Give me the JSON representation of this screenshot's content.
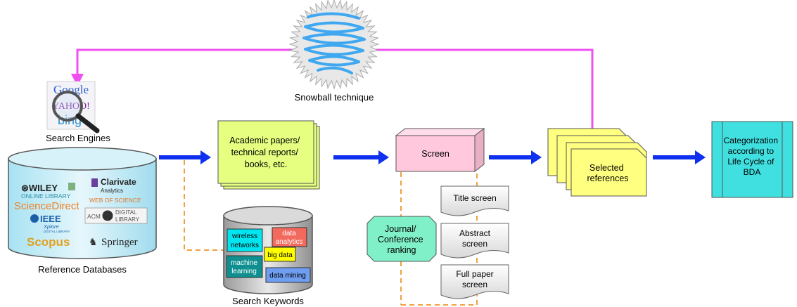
{
  "snowball": {
    "label": "Snowball technique"
  },
  "search_engines": {
    "label": "Search Engines",
    "logo_text": [
      "Google",
      "YAHOO!",
      "bing"
    ]
  },
  "reference_databases": {
    "label": "Reference Databases",
    "logo_text": [
      "WILEY",
      "ONLINE LIBRARY",
      "Clarivate",
      "Analytics",
      "ScienceDirect",
      "WEB OF SCIENCE",
      "IEEE",
      "Xplore",
      "DIGITAL LIBRARY",
      "ACM",
      "DIGITAL",
      "LIBRARY",
      "Scopus",
      "Springer"
    ]
  },
  "papers": {
    "lines": [
      "Academic papers/",
      "technical reports/",
      "books, etc."
    ]
  },
  "search_keywords": {
    "label": "Search Keywords",
    "chips": [
      {
        "lines": [
          "wireless",
          "networks"
        ],
        "color": "#00e5f0"
      },
      {
        "lines": [
          "data",
          "analytics"
        ],
        "color": "#f26a5e"
      },
      {
        "lines": [
          "big data"
        ],
        "color": "#ffff00"
      },
      {
        "lines": [
          "machine",
          "learning"
        ],
        "color": "#0f8f8f"
      },
      {
        "lines": [
          "data mining"
        ],
        "color": "#6f9df0"
      }
    ]
  },
  "screen": {
    "label": "Screen"
  },
  "ranking": {
    "lines": [
      "Journal/",
      "Conference",
      "ranking"
    ]
  },
  "screens": {
    "title": [
      "Title screen"
    ],
    "abstract": [
      "Abstract",
      "screen"
    ],
    "full": [
      "Full paper",
      "screen"
    ]
  },
  "selected": {
    "lines": [
      "Selected",
      "references"
    ]
  },
  "categorization": {
    "lines": [
      "Categorization",
      "according to",
      "Life Cycle of",
      "BDA"
    ]
  },
  "colors": {
    "arrow_blue": "#1030f0",
    "feedback_magenta": "#f050f0",
    "dashed_orange": "#f0a040",
    "papers_fill": "#e6ff80",
    "screen_fill": "#ffc8dc",
    "ranking_fill": "#80f0c8",
    "selected_fill": "#ffff80",
    "categorization_fill": "#40e0e0",
    "snowball_blue": "#40a8f0"
  }
}
